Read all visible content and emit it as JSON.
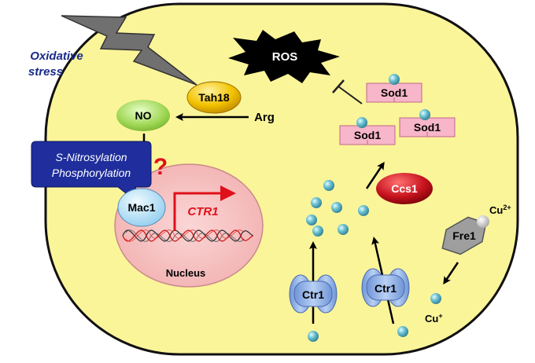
{
  "labels": {
    "oxidative_stress_line1": "Oxidative",
    "oxidative_stress_line2": "stress",
    "ros": "ROS",
    "tah18": "Tah18",
    "no": "NO",
    "arg": "Arg",
    "callout_line1": "S-Nitrosylation",
    "callout_line2": "Phosphorylation",
    "question": "?",
    "mac1": "Mac1",
    "ctr1_gene": "CTR1",
    "nucleus": "Nucleus",
    "sod1_top": "Sod1",
    "sod1_left": "Sod1",
    "sod1_right": "Sod1",
    "ccs1": "Ccs1",
    "ctr1_left": "Ctr1",
    "ctr1_right": "Ctr1",
    "fre1": "Fre1",
    "cu2_base": "Cu",
    "cu2_sup": "2+",
    "cu1_base": "Cu",
    "cu1_sup": "+"
  },
  "colors": {
    "cell_fill": "#fbf59a",
    "nucleus_fill": "#f7c3c3",
    "callout_fill": "#1f2e9c",
    "sod1_fill": "#f7b6c9",
    "ccs1_fill": "#c8141e",
    "tah18_fill": "#f2c200",
    "no_fill": "#a6e05a",
    "mac1_fill": "#a9d8f2",
    "ctr1_fill": "#8fb1e6",
    "fre1_fill": "#9e9e9e",
    "copper_ion": "#5ab0c0",
    "oxidative_text": "#1a2a8a",
    "gene_red": "#e0101a"
  }
}
